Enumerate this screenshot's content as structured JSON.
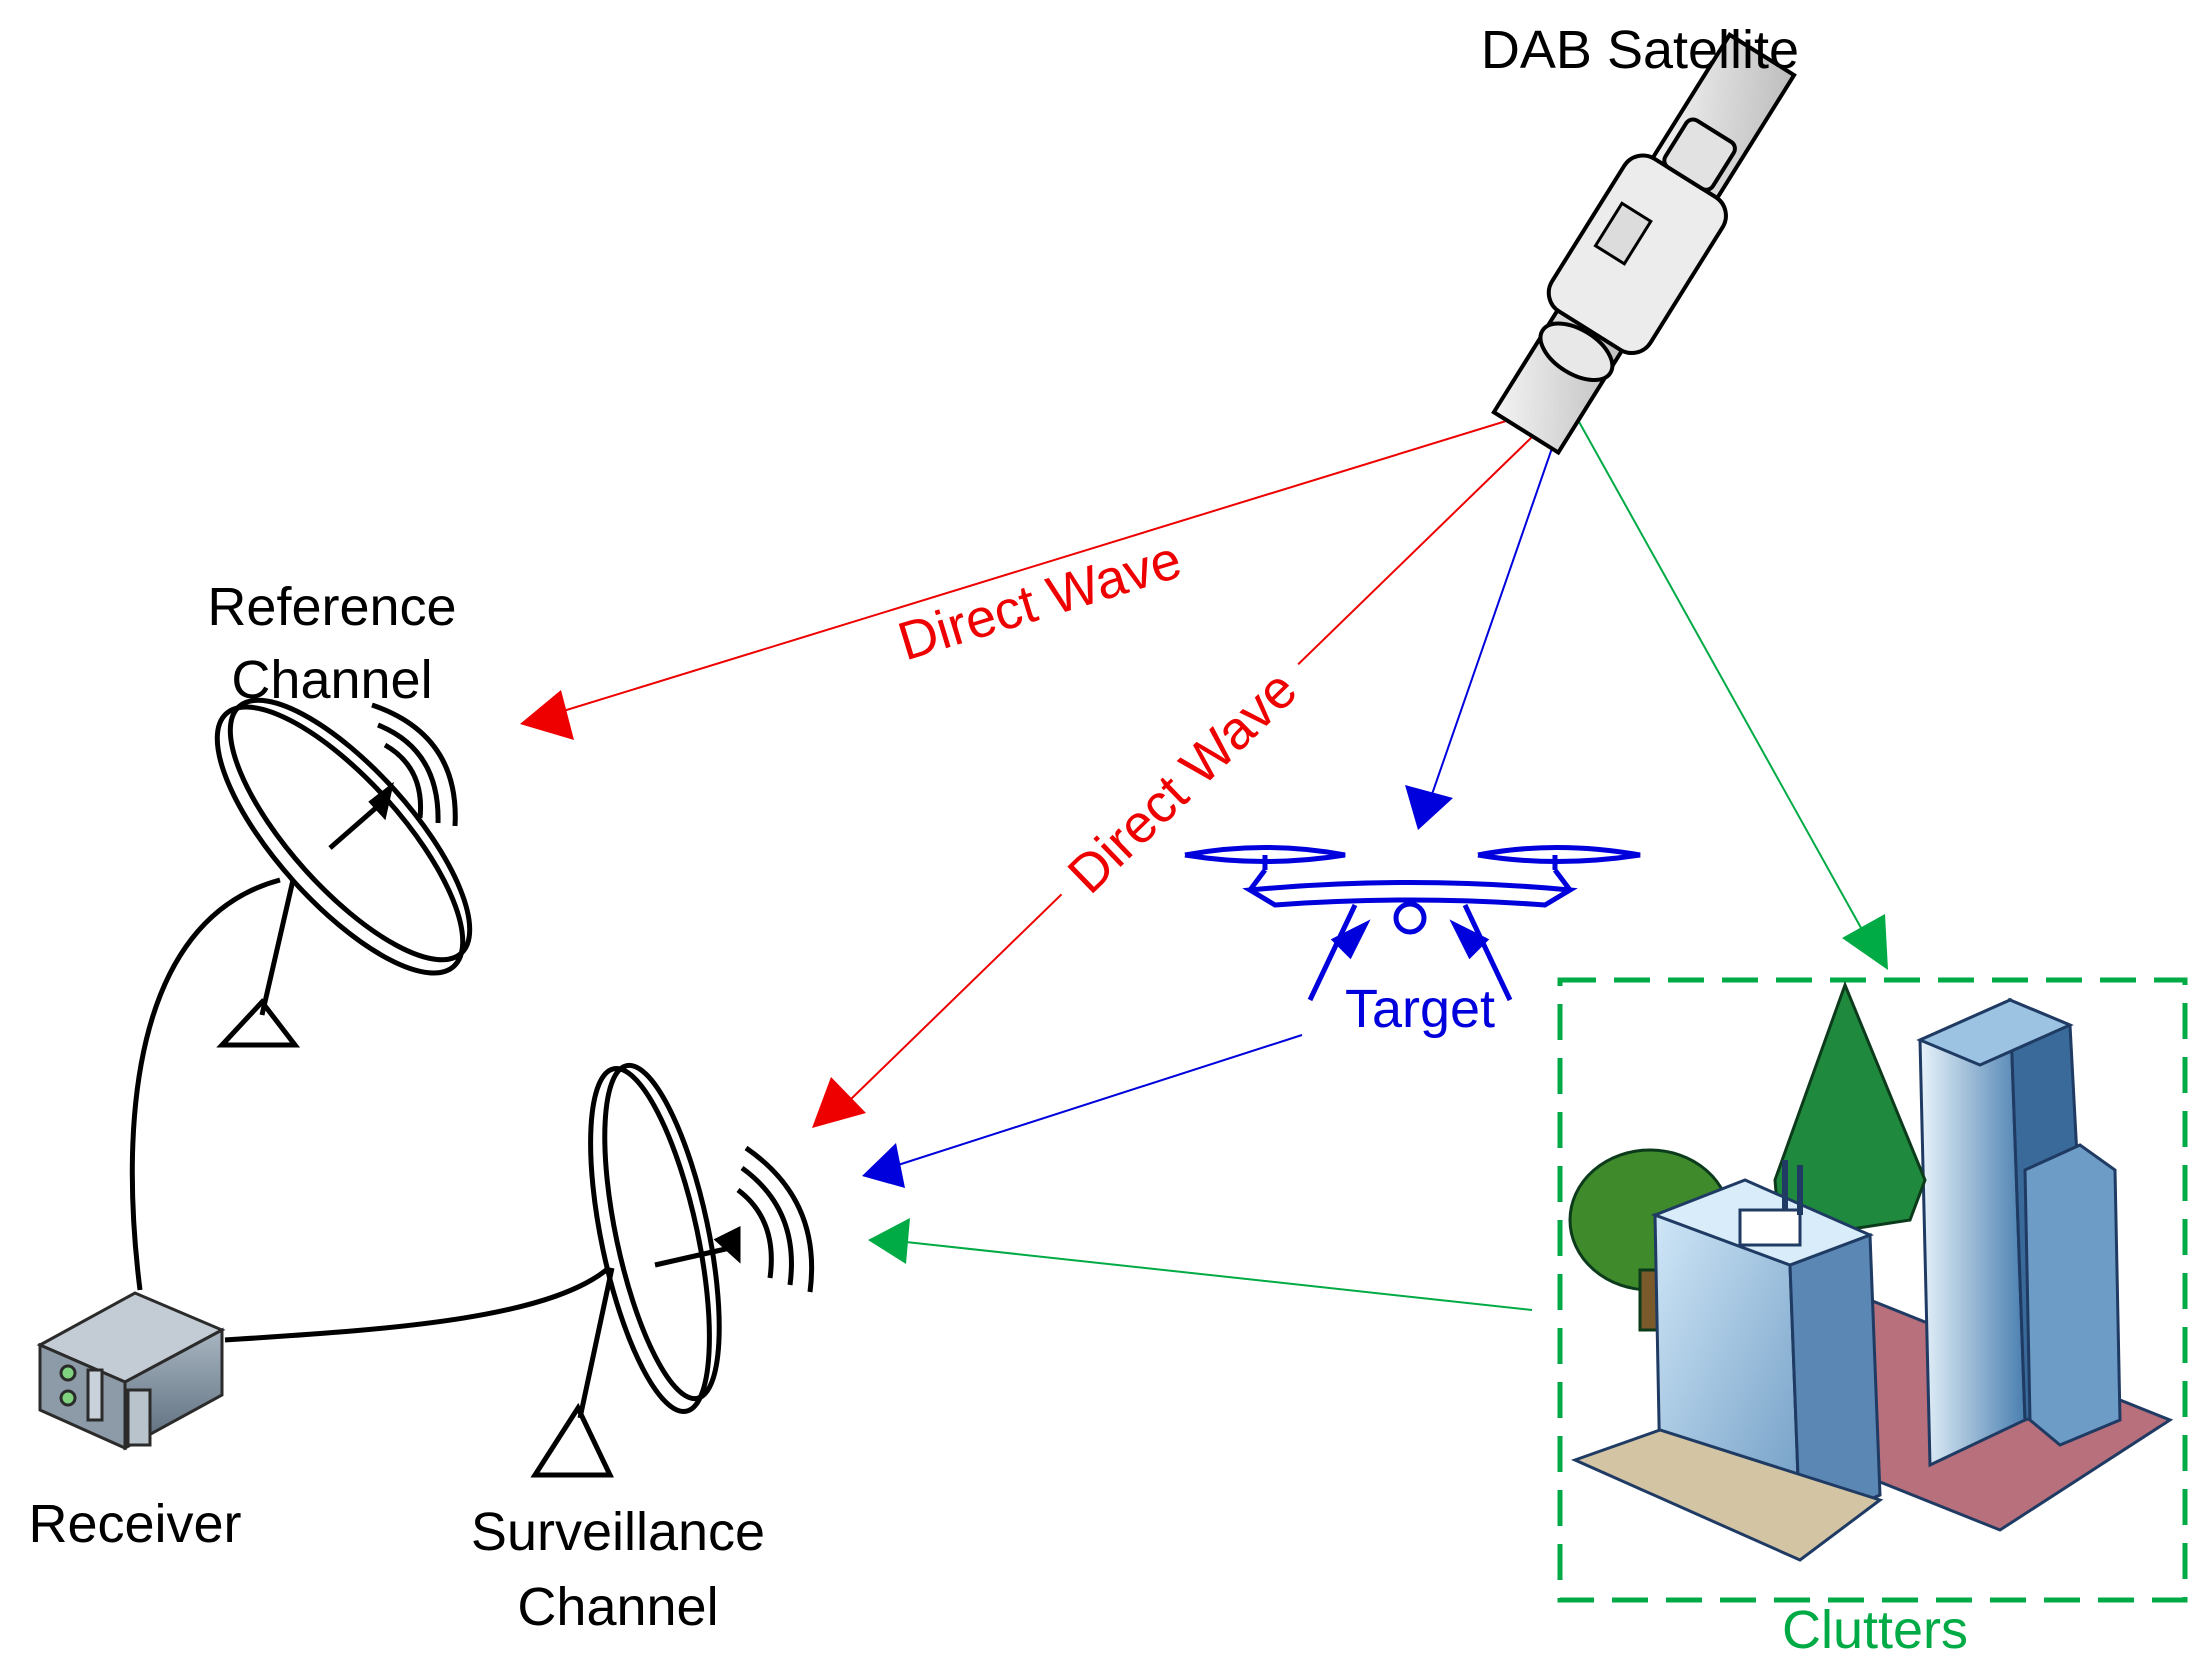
{
  "labels": {
    "satellite": "DAB Satellite",
    "reference_line1": "Reference",
    "reference_line2": "Channel",
    "surveillance_line1": "Surveillance",
    "surveillance_line2": "Channel",
    "receiver": "Receiver",
    "target": "Target",
    "clutters": "Clutters",
    "direct_wave_1": "Direct Wave",
    "direct_wave_2": "Direct Wave"
  },
  "colors": {
    "direct_wave": "#ee0000",
    "target_path": "#0000dd",
    "clutter_path": "#00aa44",
    "text": "#000000"
  },
  "icons": [
    "satellite-icon",
    "dish-antenna-icon",
    "receiver-box-icon",
    "drone-icon",
    "buildings-icon",
    "tree-icon"
  ]
}
